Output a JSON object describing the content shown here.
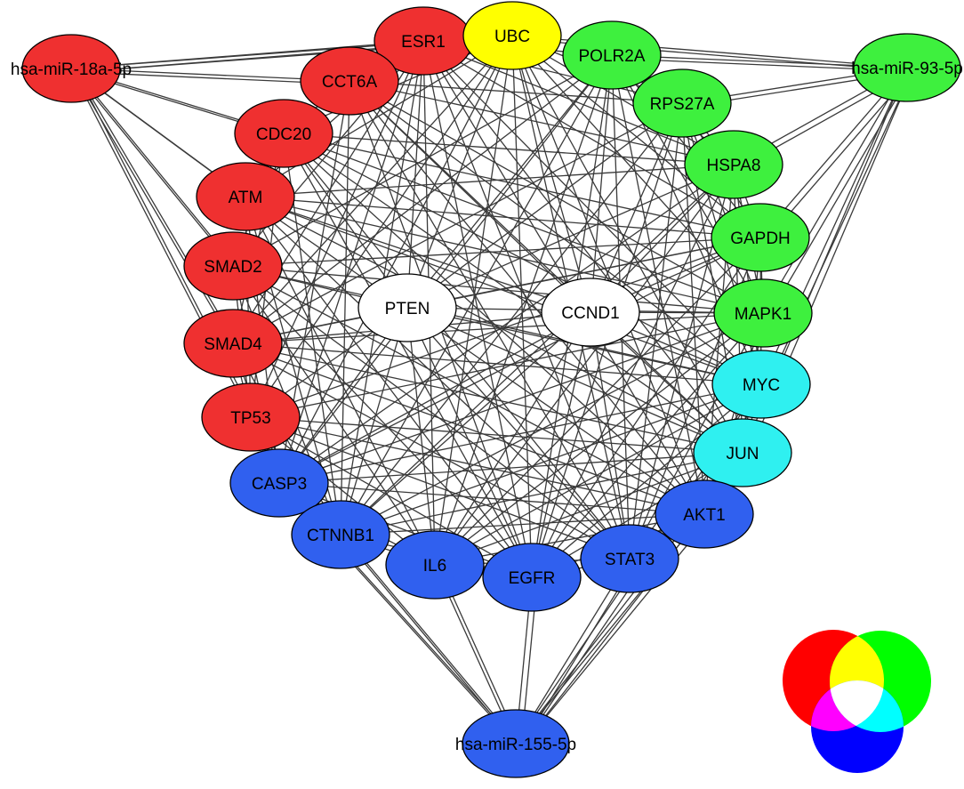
{
  "nodes": [
    {
      "id": "hsa-miR-18a-5p",
      "label": "hsa-miR-18a-5p",
      "group": "mirna",
      "color": "#ef3030"
    },
    {
      "id": "hsa-miR-93-5p",
      "label": "hsa-miR-93-5p",
      "group": "mirna",
      "color": "#3ef03e"
    },
    {
      "id": "hsa-miR-155-5p",
      "label": "hsa-miR-155-5p",
      "group": "mirna",
      "color": "#3060ef"
    },
    {
      "id": "ESR1",
      "label": "ESR1",
      "group": "gene",
      "color": "#ef3030"
    },
    {
      "id": "UBC",
      "label": "UBC",
      "group": "gene",
      "color": "#ffff00"
    },
    {
      "id": "POLR2A",
      "label": "POLR2A",
      "group": "gene",
      "color": "#3ef03e"
    },
    {
      "id": "CCT6A",
      "label": "CCT6A",
      "group": "gene",
      "color": "#ef3030"
    },
    {
      "id": "RPS27A",
      "label": "RPS27A",
      "group": "gene",
      "color": "#3ef03e"
    },
    {
      "id": "CDC20",
      "label": "CDC20",
      "group": "gene",
      "color": "#ef3030"
    },
    {
      "id": "HSPA8",
      "label": "HSPA8",
      "group": "gene",
      "color": "#3ef03e"
    },
    {
      "id": "ATM",
      "label": "ATM",
      "group": "gene",
      "color": "#ef3030"
    },
    {
      "id": "GAPDH",
      "label": "GAPDH",
      "group": "gene",
      "color": "#3ef03e"
    },
    {
      "id": "SMAD2",
      "label": "SMAD2",
      "group": "gene",
      "color": "#ef3030"
    },
    {
      "id": "MAPK1",
      "label": "MAPK1",
      "group": "gene",
      "color": "#3ef03e"
    },
    {
      "id": "PTEN",
      "label": "PTEN",
      "group": "gene",
      "color": "#ffffff"
    },
    {
      "id": "CCND1",
      "label": "CCND1",
      "group": "gene",
      "color": "#ffffff"
    },
    {
      "id": "SMAD4",
      "label": "SMAD4",
      "group": "gene",
      "color": "#ef3030"
    },
    {
      "id": "MYC",
      "label": "MYC",
      "group": "gene",
      "color": "#2ff0f0"
    },
    {
      "id": "TP53",
      "label": "TP53",
      "group": "gene",
      "color": "#ef3030"
    },
    {
      "id": "JUN",
      "label": "JUN",
      "group": "gene",
      "color": "#2ff0f0"
    },
    {
      "id": "CASP3",
      "label": "CASP3",
      "group": "gene",
      "color": "#3060ef"
    },
    {
      "id": "AKT1",
      "label": "AKT1",
      "group": "gene",
      "color": "#3060ef"
    },
    {
      "id": "CTNNB1",
      "label": "CTNNB1",
      "group": "gene",
      "color": "#3060ef"
    },
    {
      "id": "IL6",
      "label": "IL6",
      "group": "gene",
      "color": "#3060ef"
    },
    {
      "id": "STAT3",
      "label": "STAT3",
      "group": "gene",
      "color": "#3060ef"
    },
    {
      "id": "EGFR",
      "label": "EGFR",
      "group": "gene",
      "color": "#3060ef"
    }
  ],
  "edge_color": "#3a3a3a",
  "node_outline": "#000000",
  "venn_legend": {
    "circles": [
      {
        "name": "red-circle",
        "color": "#ff0000"
      },
      {
        "name": "green-circle",
        "color": "#00ff00"
      },
      {
        "name": "blue-circle",
        "color": "#0000ff"
      }
    ],
    "overlaps": [
      {
        "name": "red-green-overlap",
        "color": "#ffff00"
      },
      {
        "name": "red-blue-overlap",
        "color": "#ff00ff"
      },
      {
        "name": "green-blue-overlap",
        "color": "#00ffff"
      },
      {
        "name": "all-three-overlap",
        "color": "#ffffff"
      }
    ]
  }
}
